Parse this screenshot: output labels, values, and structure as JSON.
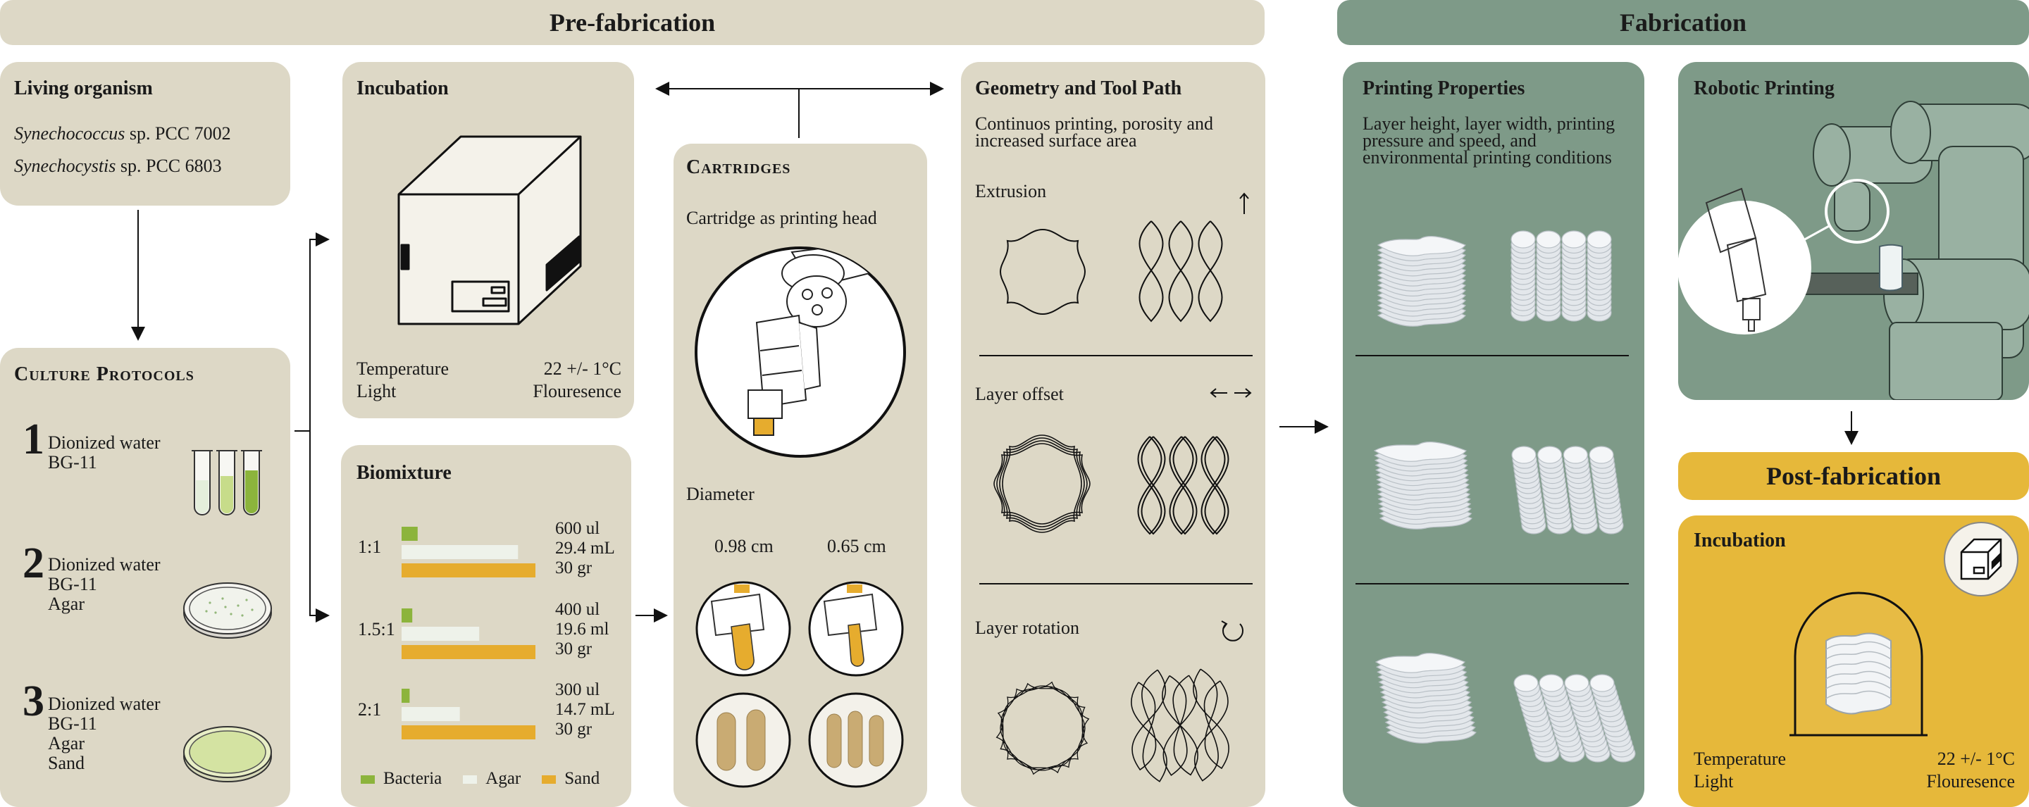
{
  "headers": {
    "prefab": "Pre-fabrication",
    "fab": "Fabrication",
    "postfab": "Post-fabrication"
  },
  "living": {
    "title": "Living organism",
    "org1_genus": "Synechococcus",
    "org1_rest": " sp. PCC 7002",
    "org2_genus": "Synechocystis",
    "org2_rest": " sp. PCC 6803"
  },
  "culture": {
    "title": "Culture Protocols",
    "protocols": [
      {
        "num": "1",
        "lines": [
          "Dionized water",
          "BG-11"
        ]
      },
      {
        "num": "2",
        "lines": [
          "Dionized water",
          "BG-11",
          "Agar"
        ]
      },
      {
        "num": "3",
        "lines": [
          "Dionized water",
          "BG-11",
          "Agar",
          "Sand"
        ]
      }
    ]
  },
  "incubation": {
    "title": "Incubation",
    "temp_label": "Temperature",
    "temp_value": "22 +/- 1°C",
    "light_label": "Light",
    "light_value": "Flouresence"
  },
  "biomixture": {
    "title": "Biomixture",
    "rows": [
      {
        "ratio": "1:1",
        "bacteria": "600 ul",
        "agar": "29.4 mL",
        "sand": "30 gr"
      },
      {
        "ratio": "1.5:1",
        "bacteria": "400 ul",
        "agar": "19.6 ml",
        "sand": "30 gr"
      },
      {
        "ratio": "2:1",
        "bacteria": "300 ul",
        "agar": "14.7 mL",
        "sand": "30 gr"
      }
    ],
    "legend": [
      "Bacteria",
      "Agar",
      "Sand"
    ],
    "colors": {
      "bacteria": "#8cb43c",
      "agar": "#eef2ea",
      "sand": "#e6ac2e"
    }
  },
  "chart_data": {
    "type": "bar",
    "categories": [
      "1:1",
      "1.5:1",
      "2:1"
    ],
    "series": [
      {
        "name": "Bacteria",
        "values": [
          600,
          400,
          300
        ]
      },
      {
        "name": "Agar",
        "values": [
          29.4,
          19.6,
          14.7
        ]
      },
      {
        "name": "Sand",
        "values": [
          30,
          30,
          30
        ]
      }
    ],
    "title": "Biomixture"
  },
  "cartridges": {
    "title": "Cartridges",
    "subtitle": "Cartridge as printing head",
    "diameter_label": "Diameter",
    "d1": "0.98 cm",
    "d2": "0.65 cm"
  },
  "geometry": {
    "title": "Geometry and Tool Path",
    "desc1": "Continuos printing, porosity and",
    "desc2": "increased surface area",
    "extrusion": "Extrusion",
    "offset": "Layer offset",
    "rotation": "Layer rotation"
  },
  "printing": {
    "title": "Printing Properties",
    "lines": [
      "Layer height, layer width, printing",
      "pressure and speed, and",
      "environmental printing conditions"
    ]
  },
  "robotic": {
    "title": "Robotic Printing"
  },
  "postinc": {
    "title": "Incubation",
    "temp_label": "Temperature",
    "temp_value": "22 +/- 1°C",
    "light_label": "Light",
    "light_value": "Flouresence"
  }
}
